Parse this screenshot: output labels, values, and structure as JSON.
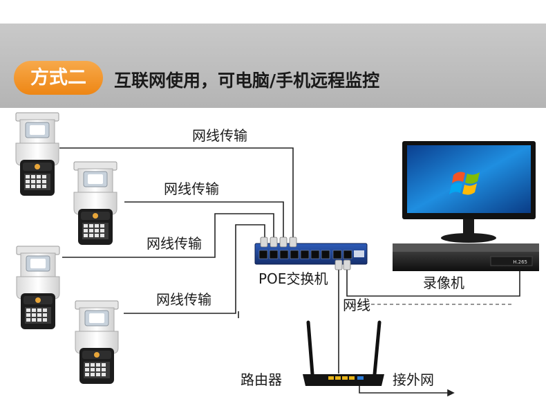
{
  "header": {
    "badge": "方式二",
    "title": "互联网使用，可电脑/手机远程监控"
  },
  "labels": {
    "cable_1": "网线传输",
    "cable_2": "网线传输",
    "cable_3": "网线传输",
    "cable_4": "网线传输",
    "poe_switch": "POE交换机",
    "nvr": "录像机",
    "network_cable": "网线",
    "router": "路由器",
    "external_network": "接外网"
  },
  "nvr_display": "H.265",
  "colors": {
    "badge": "#ef8c1f",
    "header_bg": "#c0c0c0",
    "switch_blue": "#1f3f8a",
    "screen_blue": "#1a7ad0"
  }
}
